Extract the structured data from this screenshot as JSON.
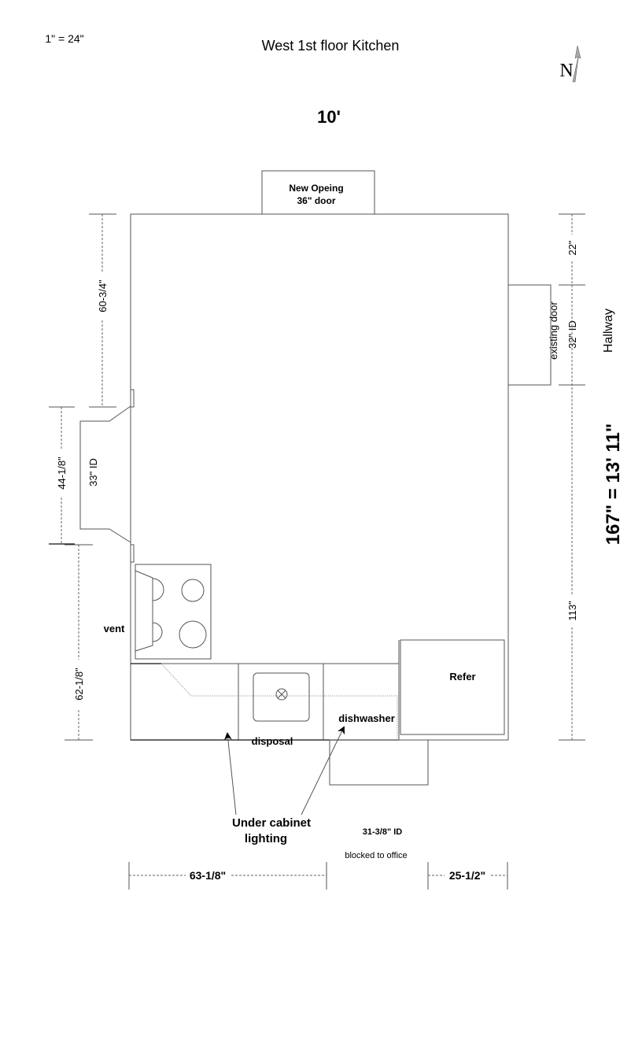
{
  "header": {
    "scale": "1\" = 24\"",
    "title": "West 1st floor Kitchen",
    "width_label": "10'",
    "north_symbol": "N"
  },
  "openings": {
    "new_opening_line1": "New Opeing",
    "new_opening_line2": "36\" door",
    "existing_door": "existing door",
    "existing_door_width": "32\" ID",
    "hallway": "Hallway",
    "window_width": "33\" ID",
    "bottom_opening_width": "31-3/8\" ID",
    "bottom_opening_note": "blocked to office"
  },
  "dimensions": {
    "left_top": "60-3/4\"",
    "left_window": "44-1/8\"",
    "left_bottom": "62-1/8\"",
    "right_top": "22\"",
    "right_bottom": "113\"",
    "total_length": "167\" = 13' 11\"",
    "bottom_left": "63-1/8\"",
    "bottom_right": "25-1/2\""
  },
  "fixtures": {
    "vent": "vent",
    "refrigerator": "Refer",
    "dishwasher": "dishwasher",
    "disposal": "disposal",
    "lighting_line1": "Under cabinet",
    "lighting_line2": "lighting"
  }
}
